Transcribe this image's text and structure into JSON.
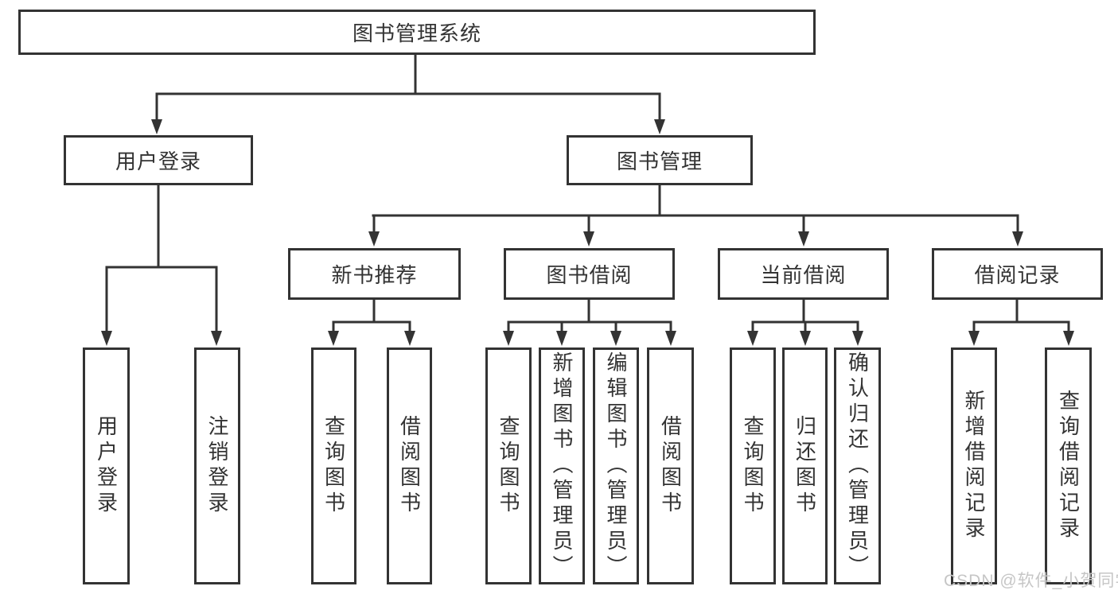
{
  "diagram": {
    "root": "图书管理系统",
    "branches": [
      {
        "label": "用户登录",
        "children": [
          {
            "label": "用户登录"
          },
          {
            "label": "注销登录"
          }
        ]
      },
      {
        "label": "图书管理",
        "children": [
          {
            "label": "新书推荐",
            "children": [
              {
                "label": "查询图书"
              },
              {
                "label": "借阅图书"
              }
            ]
          },
          {
            "label": "图书借阅",
            "children": [
              {
                "label": "查询图书"
              },
              {
                "label": "新增图书（管理员）"
              },
              {
                "label": "编辑图书（管理员）"
              },
              {
                "label": "借阅图书"
              }
            ]
          },
          {
            "label": "当前借阅",
            "children": [
              {
                "label": "查询图书"
              },
              {
                "label": "归还图书"
              },
              {
                "label": "确认归还（管理员）"
              }
            ]
          },
          {
            "label": "借阅记录",
            "children": [
              {
                "label": "新增借阅记录"
              },
              {
                "label": "查询借阅记录"
              }
            ]
          }
        ]
      }
    ],
    "watermark": "CSDN @软件_小贺同学",
    "colors": {
      "line": "#333333",
      "box_background": "#ffffff",
      "text": "#333333",
      "watermark": "#c6c6c6"
    }
  }
}
